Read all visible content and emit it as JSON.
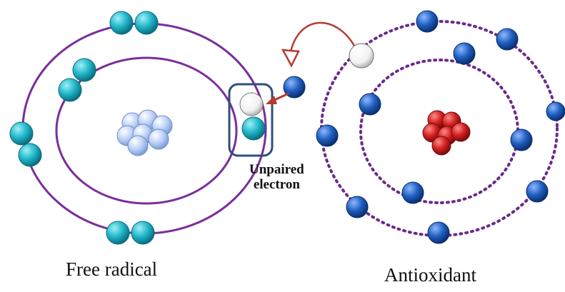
{
  "labels": {
    "free_radical": "Free radical",
    "antioxidant": "Antioxidant",
    "unpaired_line1": "Unpaired",
    "unpaired_line2": "electron"
  },
  "colors": {
    "orbit_free": "#7a2e9c",
    "orbit_anti": "#6b2a8c",
    "electron_cyan": "#1fb6c9",
    "electron_blue": "#1f5fbf",
    "nucleus_free": "#a9c3f0",
    "nucleus_anti": "#d11f1f",
    "arrow": "#b53a32",
    "highlight_box": "#2f4f7a"
  },
  "icons": {
    "free_nucleus": "nucleus-cluster-icon",
    "anti_nucleus": "nucleus-cluster-icon",
    "transfer_arrow": "curved-arrow-icon"
  }
}
